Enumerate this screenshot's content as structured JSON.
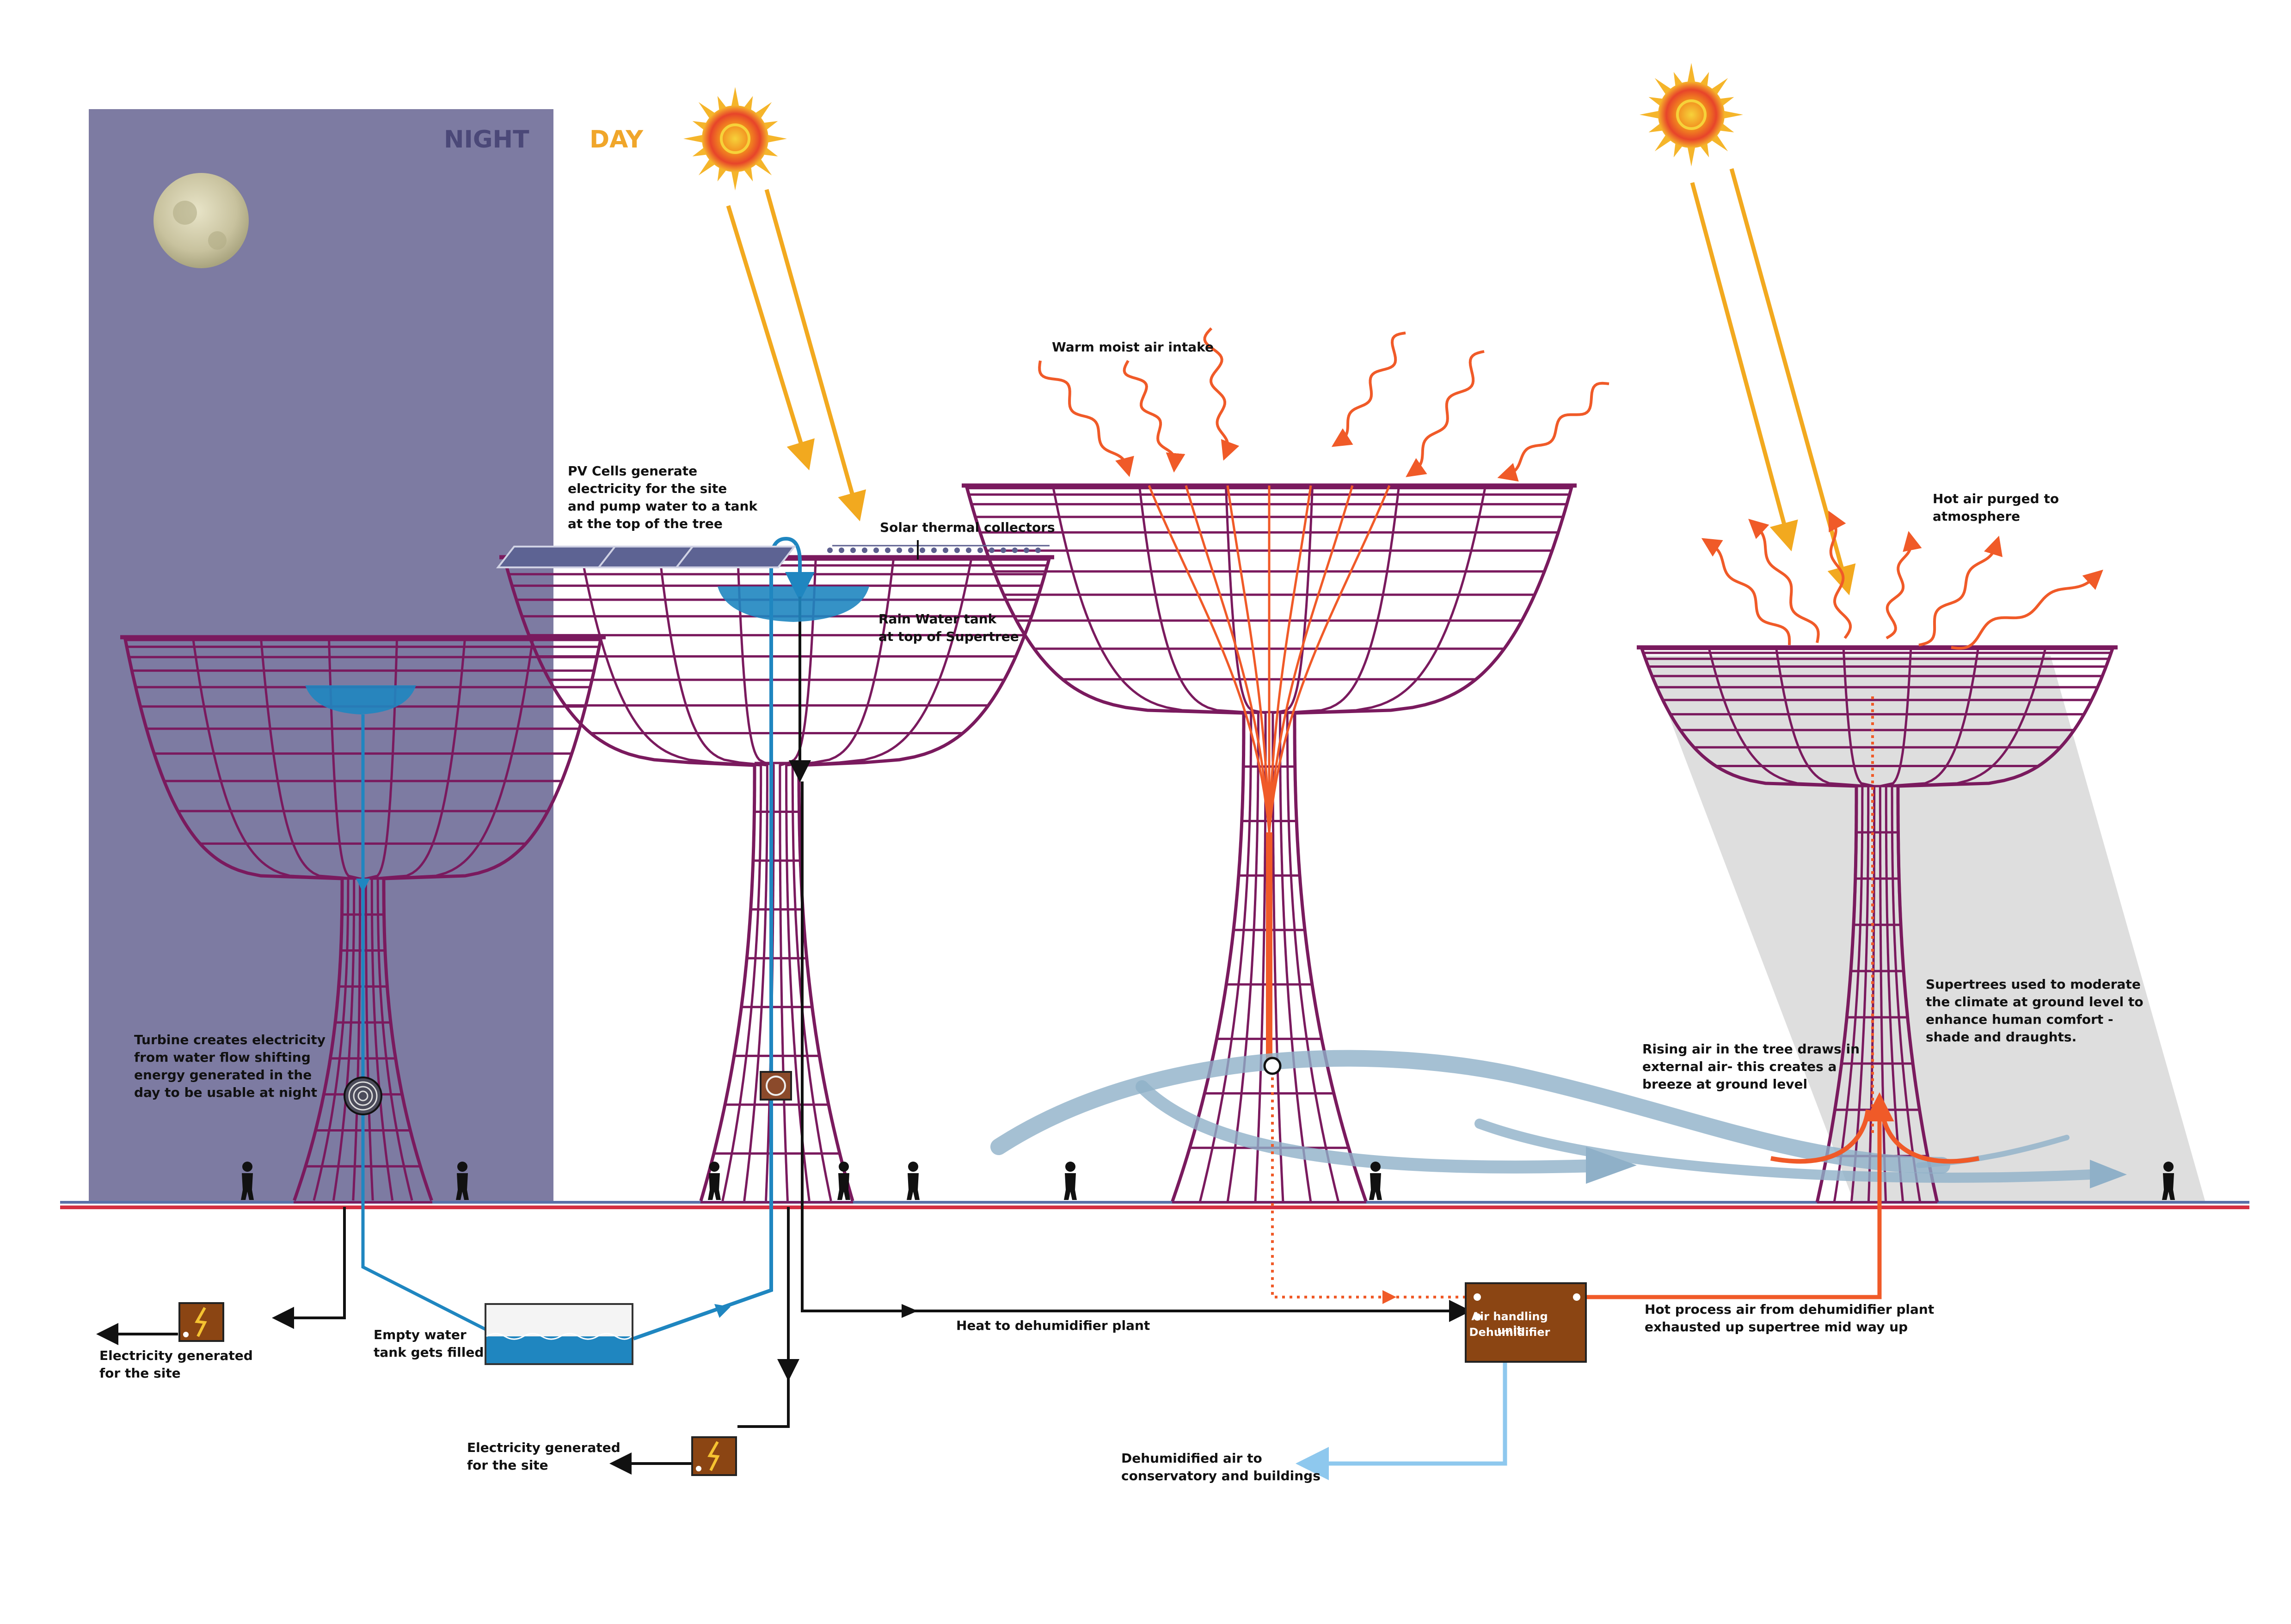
{
  "colors": {
    "night_bg": "#7d7ba2",
    "night_text": "#4b4878",
    "day_text": "#f0a62a",
    "tree_frame": "#7a1a5e",
    "water": "#1f86c0",
    "hot_air": "#f05a28",
    "sun_ray": "#f2a91f",
    "breeze": "#8fb0c8",
    "cool_air": "#8ec8ee",
    "plant_box": "#8b4513",
    "shade": "#d8d8d8",
    "ground_line": "#d43042"
  },
  "icons": [
    "moon-icon",
    "sun-icon",
    "turbine-icon",
    "generator-icon",
    "pedestrian-icon",
    "arrow-icon"
  ],
  "panels": {
    "night_label": "NIGHT",
    "day_label": "DAY"
  },
  "labels": {
    "pv_cells": "PV Cells generate\nelectricity for the site\nand pump water to a tank\nat the top of the tree",
    "solar_thermal": "Solar thermal collectors",
    "rain_water_tank": "Rain Water tank\nat top of Supertree",
    "warm_moist_air": "Warm moist air intake",
    "hot_air_purged": "Hot air purged to\natmosphere",
    "turbine": "Turbine creates electricity\nfrom water flow shifting\nenergy generated in the\nday to be usable at night",
    "rising_air": "Rising air in the tree draws in\nexternal air- this creates a\nbreeze at ground level",
    "supertrees_moderate": "Supertrees used to moderate\nthe climate at ground level to\nenhance human comfort -\nshade and draughts.",
    "electricity_left": "Electricity generated\nfor the site",
    "empty_tank": "Empty water\ntank gets filled",
    "heat_to_plant": "Heat to dehumidifier plant",
    "electricity_bottom": "Electricity generated\nfor the site",
    "dehumidified_air": "Dehumidified air to\nconservatory and buildings",
    "hot_process_air": "Hot process air from dehumidifier plant\nexhausted up supertree mid way up"
  },
  "plant_box": {
    "line1": "Air handling unit",
    "line2": "Dehumidifier"
  }
}
